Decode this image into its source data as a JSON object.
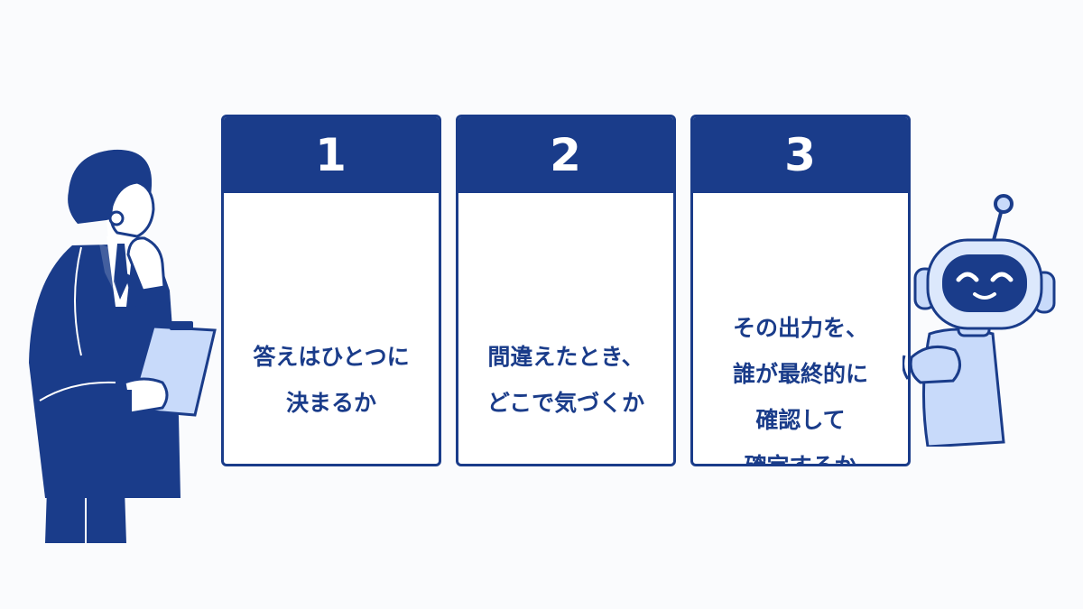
{
  "colors": {
    "primary": "#1a3c8a",
    "light_blue": "#c8dafa",
    "card_background": "#ffffff",
    "page_background": "#fafbfd"
  },
  "cards": [
    {
      "number": "1",
      "lines": [
        "答えはひとつに",
        "決まるか"
      ]
    },
    {
      "number": "2",
      "lines": [
        "間違えたとき、",
        "どこで気づくか"
      ]
    },
    {
      "number": "3",
      "lines": [
        "その出力を、",
        "誰が最終的に",
        "確認して",
        "確定するか"
      ]
    }
  ],
  "illustrations": {
    "left": "businessman-thinking-icon",
    "right": "robot-peeking-icon"
  }
}
